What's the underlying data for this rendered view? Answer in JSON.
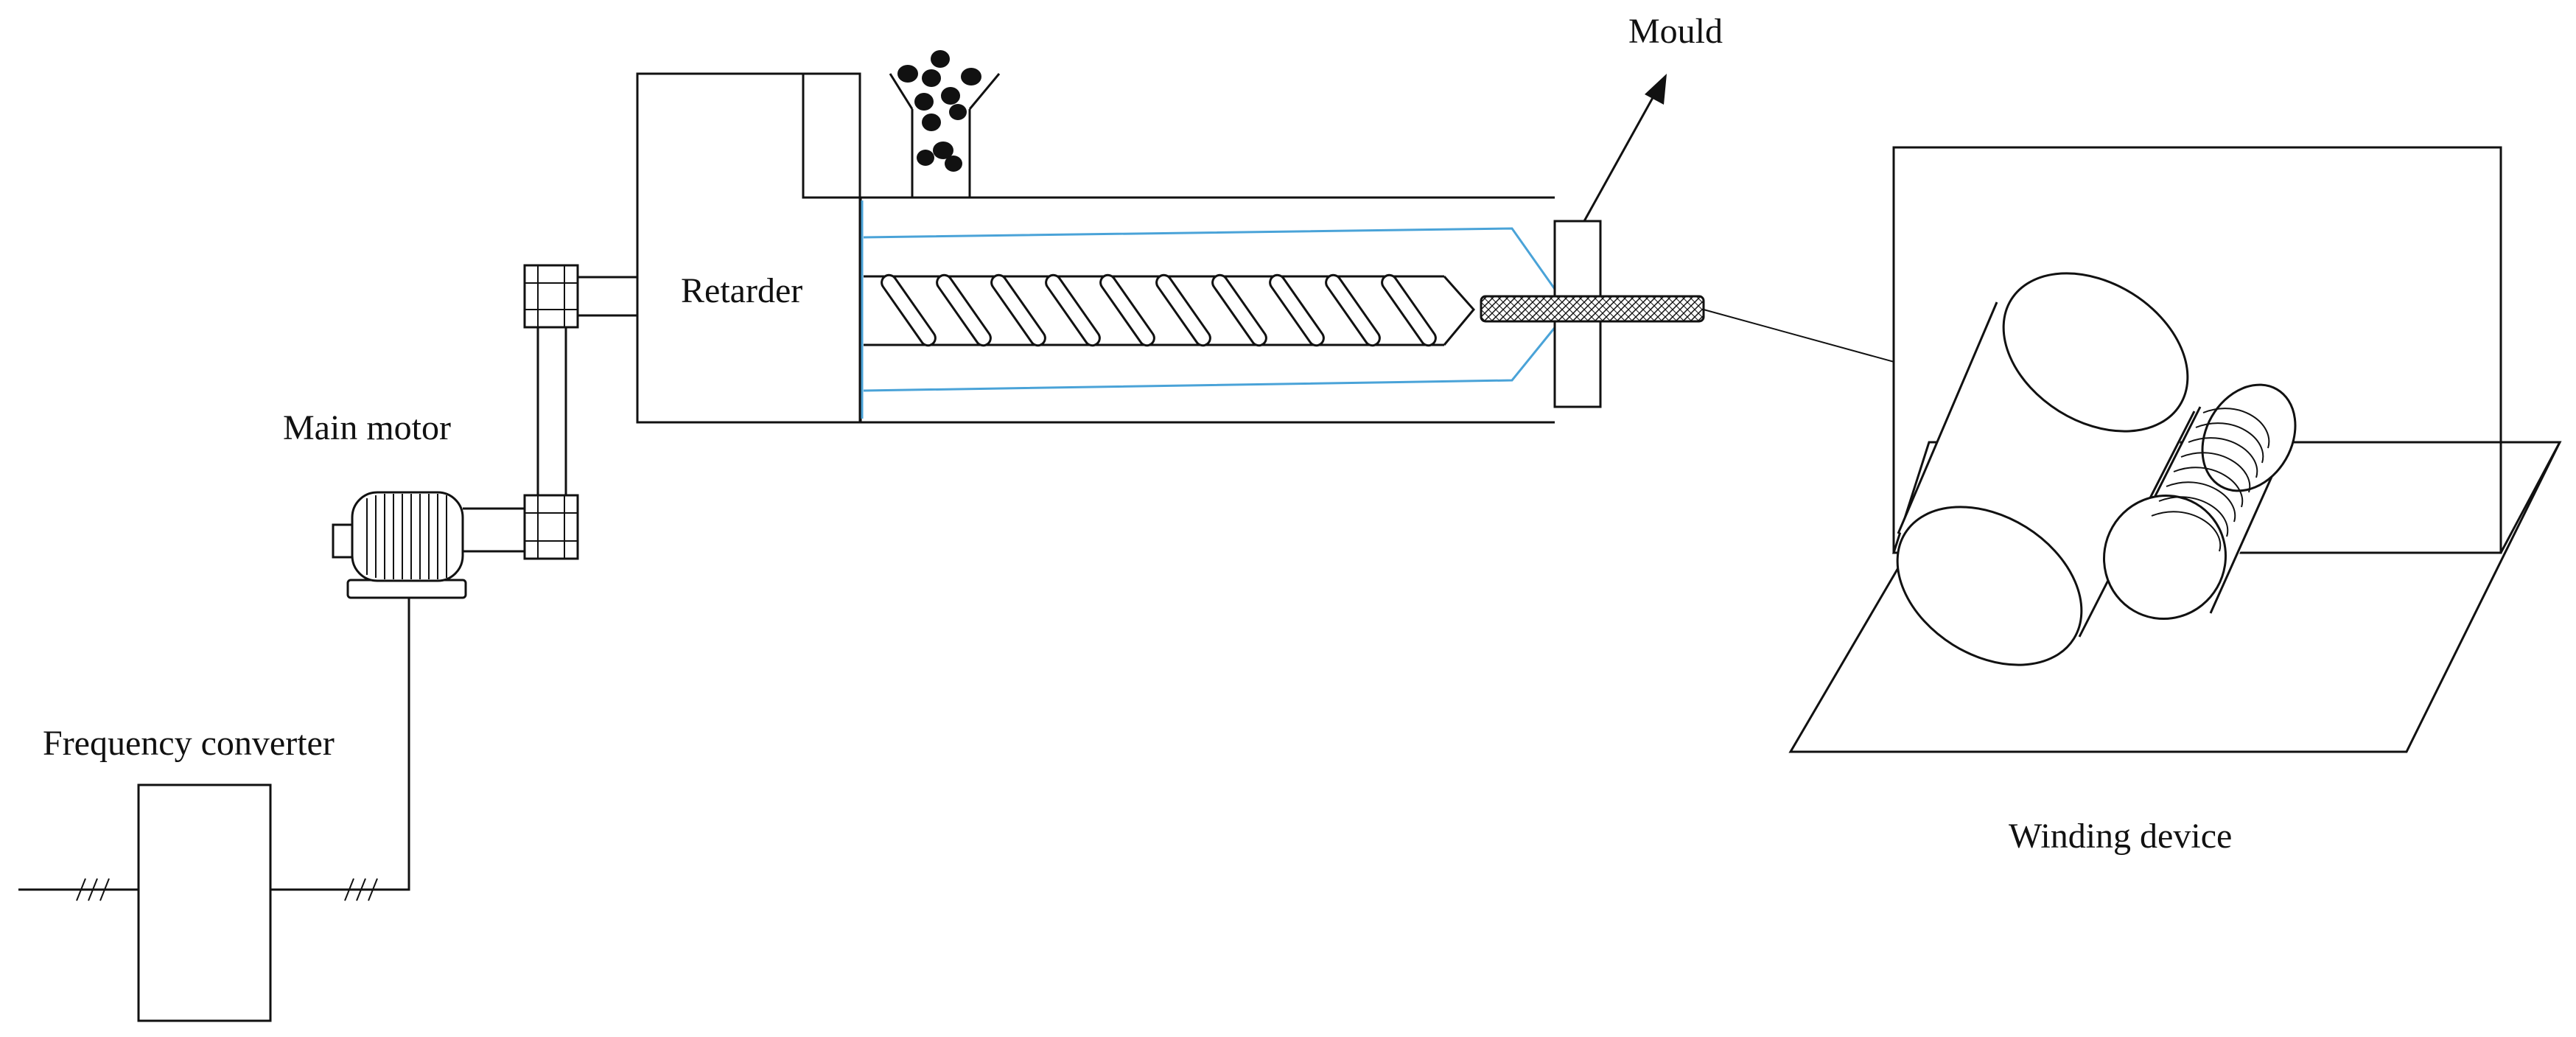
{
  "labels": {
    "mould": "Mould",
    "retarder": "Retarder",
    "main_motor": "Main motor",
    "frequency_converter": "Frequency converter",
    "winding_device": "Winding device"
  },
  "colors": {
    "line": "#111111",
    "barrel_liner": "#4aa3d8",
    "background": "#ffffff"
  },
  "icons": {
    "hopper": "hopper-with-pellets",
    "motor": "electric-motor",
    "screw": "extruder-screw",
    "phase_mark": "three-phase-marker"
  }
}
